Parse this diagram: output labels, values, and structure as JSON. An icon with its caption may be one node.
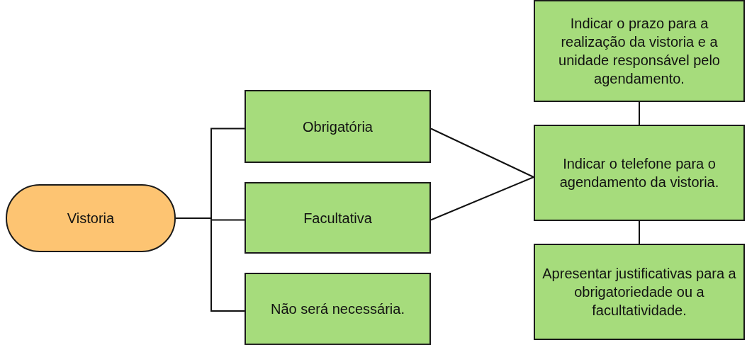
{
  "diagram": {
    "nodes": [
      {
        "text": [
          "Vistoria"
        ]
      },
      {
        "text": [
          "Obrigatória"
        ]
      },
      {
        "text": [
          "Facultativa"
        ]
      },
      {
        "text": [
          "Não será necessária."
        ]
      },
      {
        "text": [
          "Indicar o prazo para a realização da vistoria e a unidade responsável pelo agendamento."
        ]
      },
      {
        "text": [
          "Indicar o telefone para o agendamento da vistoria."
        ]
      },
      {
        "text": [
          "Apresentar justificativas para a obrigatoriedade ou a facultatividade."
        ]
      }
    ],
    "edges": [
      {
        "from": 0,
        "to": 1,
        "arrow": "none"
      },
      {
        "from": 0,
        "to": 2,
        "arrow": "none"
      },
      {
        "from": 0,
        "to": 3,
        "arrow": "none"
      },
      {
        "from": 1,
        "to": 5,
        "arrow": "none"
      },
      {
        "from": 2,
        "to": 5,
        "arrow": "none"
      },
      {
        "from": 4,
        "to": 5,
        "arrow": "none"
      },
      {
        "from": 5,
        "to": 6,
        "arrow": "none"
      }
    ]
  }
}
